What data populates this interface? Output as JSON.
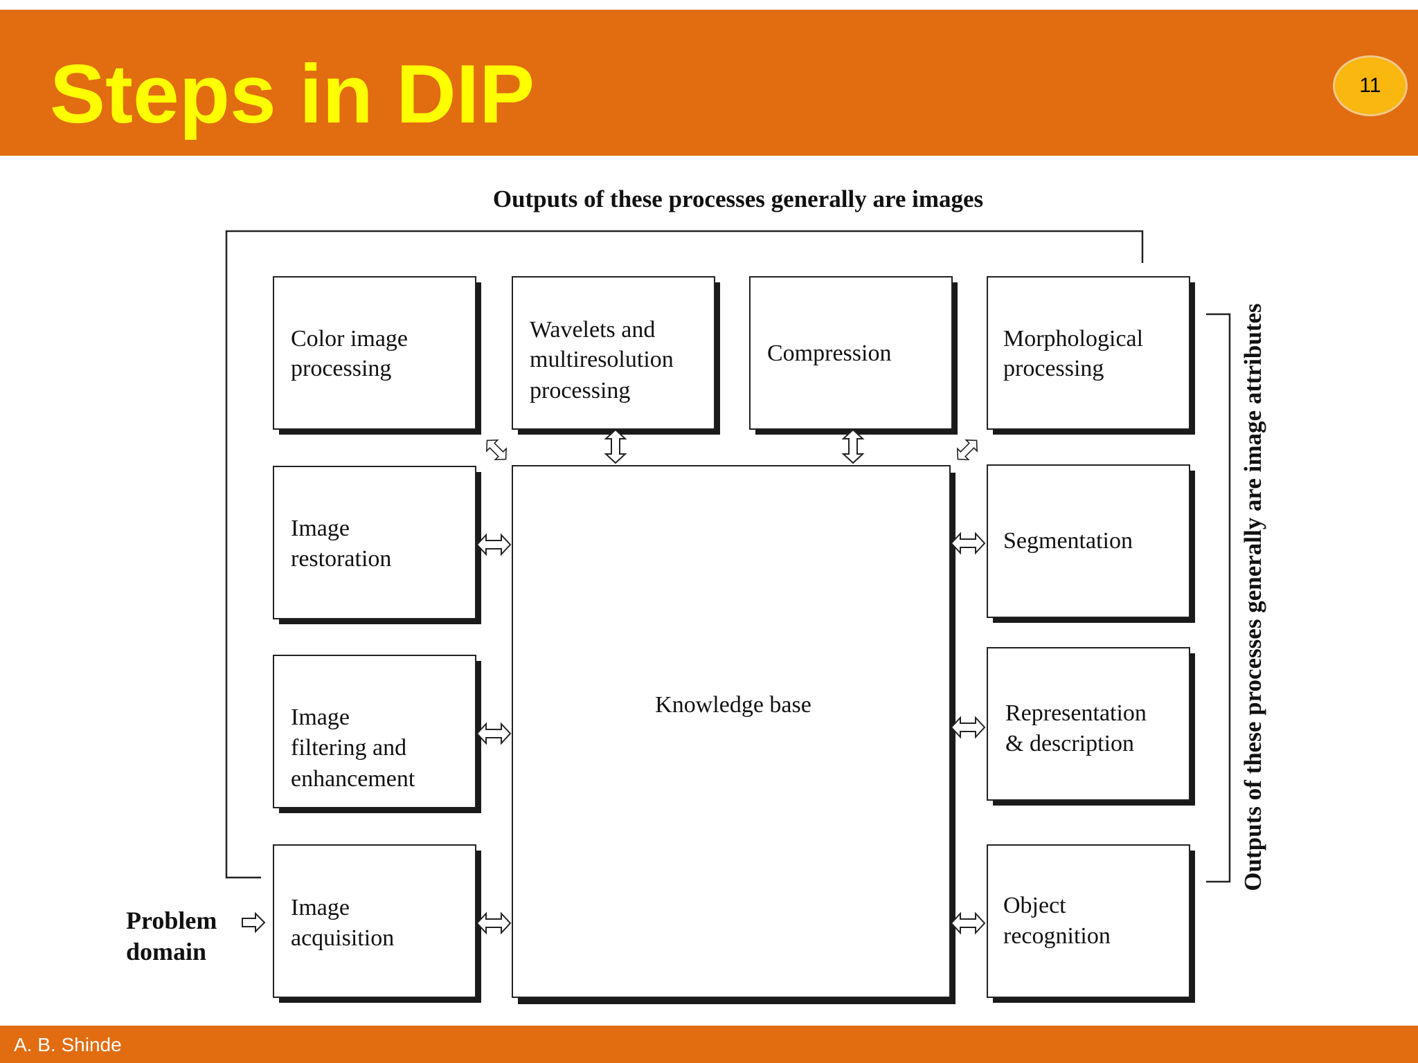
{
  "slide": {
    "title": "Steps in DIP",
    "page_number": "11",
    "author": "A. B. Shinde"
  },
  "diagram": {
    "top_caption": "Outputs of these processes generally are images",
    "side_caption": "Outputs of these processes generally are image attributes",
    "problem_domain": [
      "Problem",
      "domain"
    ],
    "knowledge_base": "Knowledge base",
    "boxes": {
      "color_image_processing": [
        "Color image",
        "processing"
      ],
      "wavelets": [
        "Wavelets and",
        "multiresolution",
        "processing"
      ],
      "compression": [
        "Compression"
      ],
      "morphological": [
        "Morphological",
        "processing"
      ],
      "image_restoration": [
        "Image",
        "restoration"
      ],
      "segmentation": [
        "Segmentation"
      ],
      "image_filtering": [
        "Image",
        "filtering and",
        "enhancement"
      ],
      "representation": [
        "Representation",
        "& description"
      ],
      "image_acquisition": [
        "Image",
        "acquisition"
      ],
      "object_recognition": [
        "Object",
        "recognition"
      ]
    }
  }
}
